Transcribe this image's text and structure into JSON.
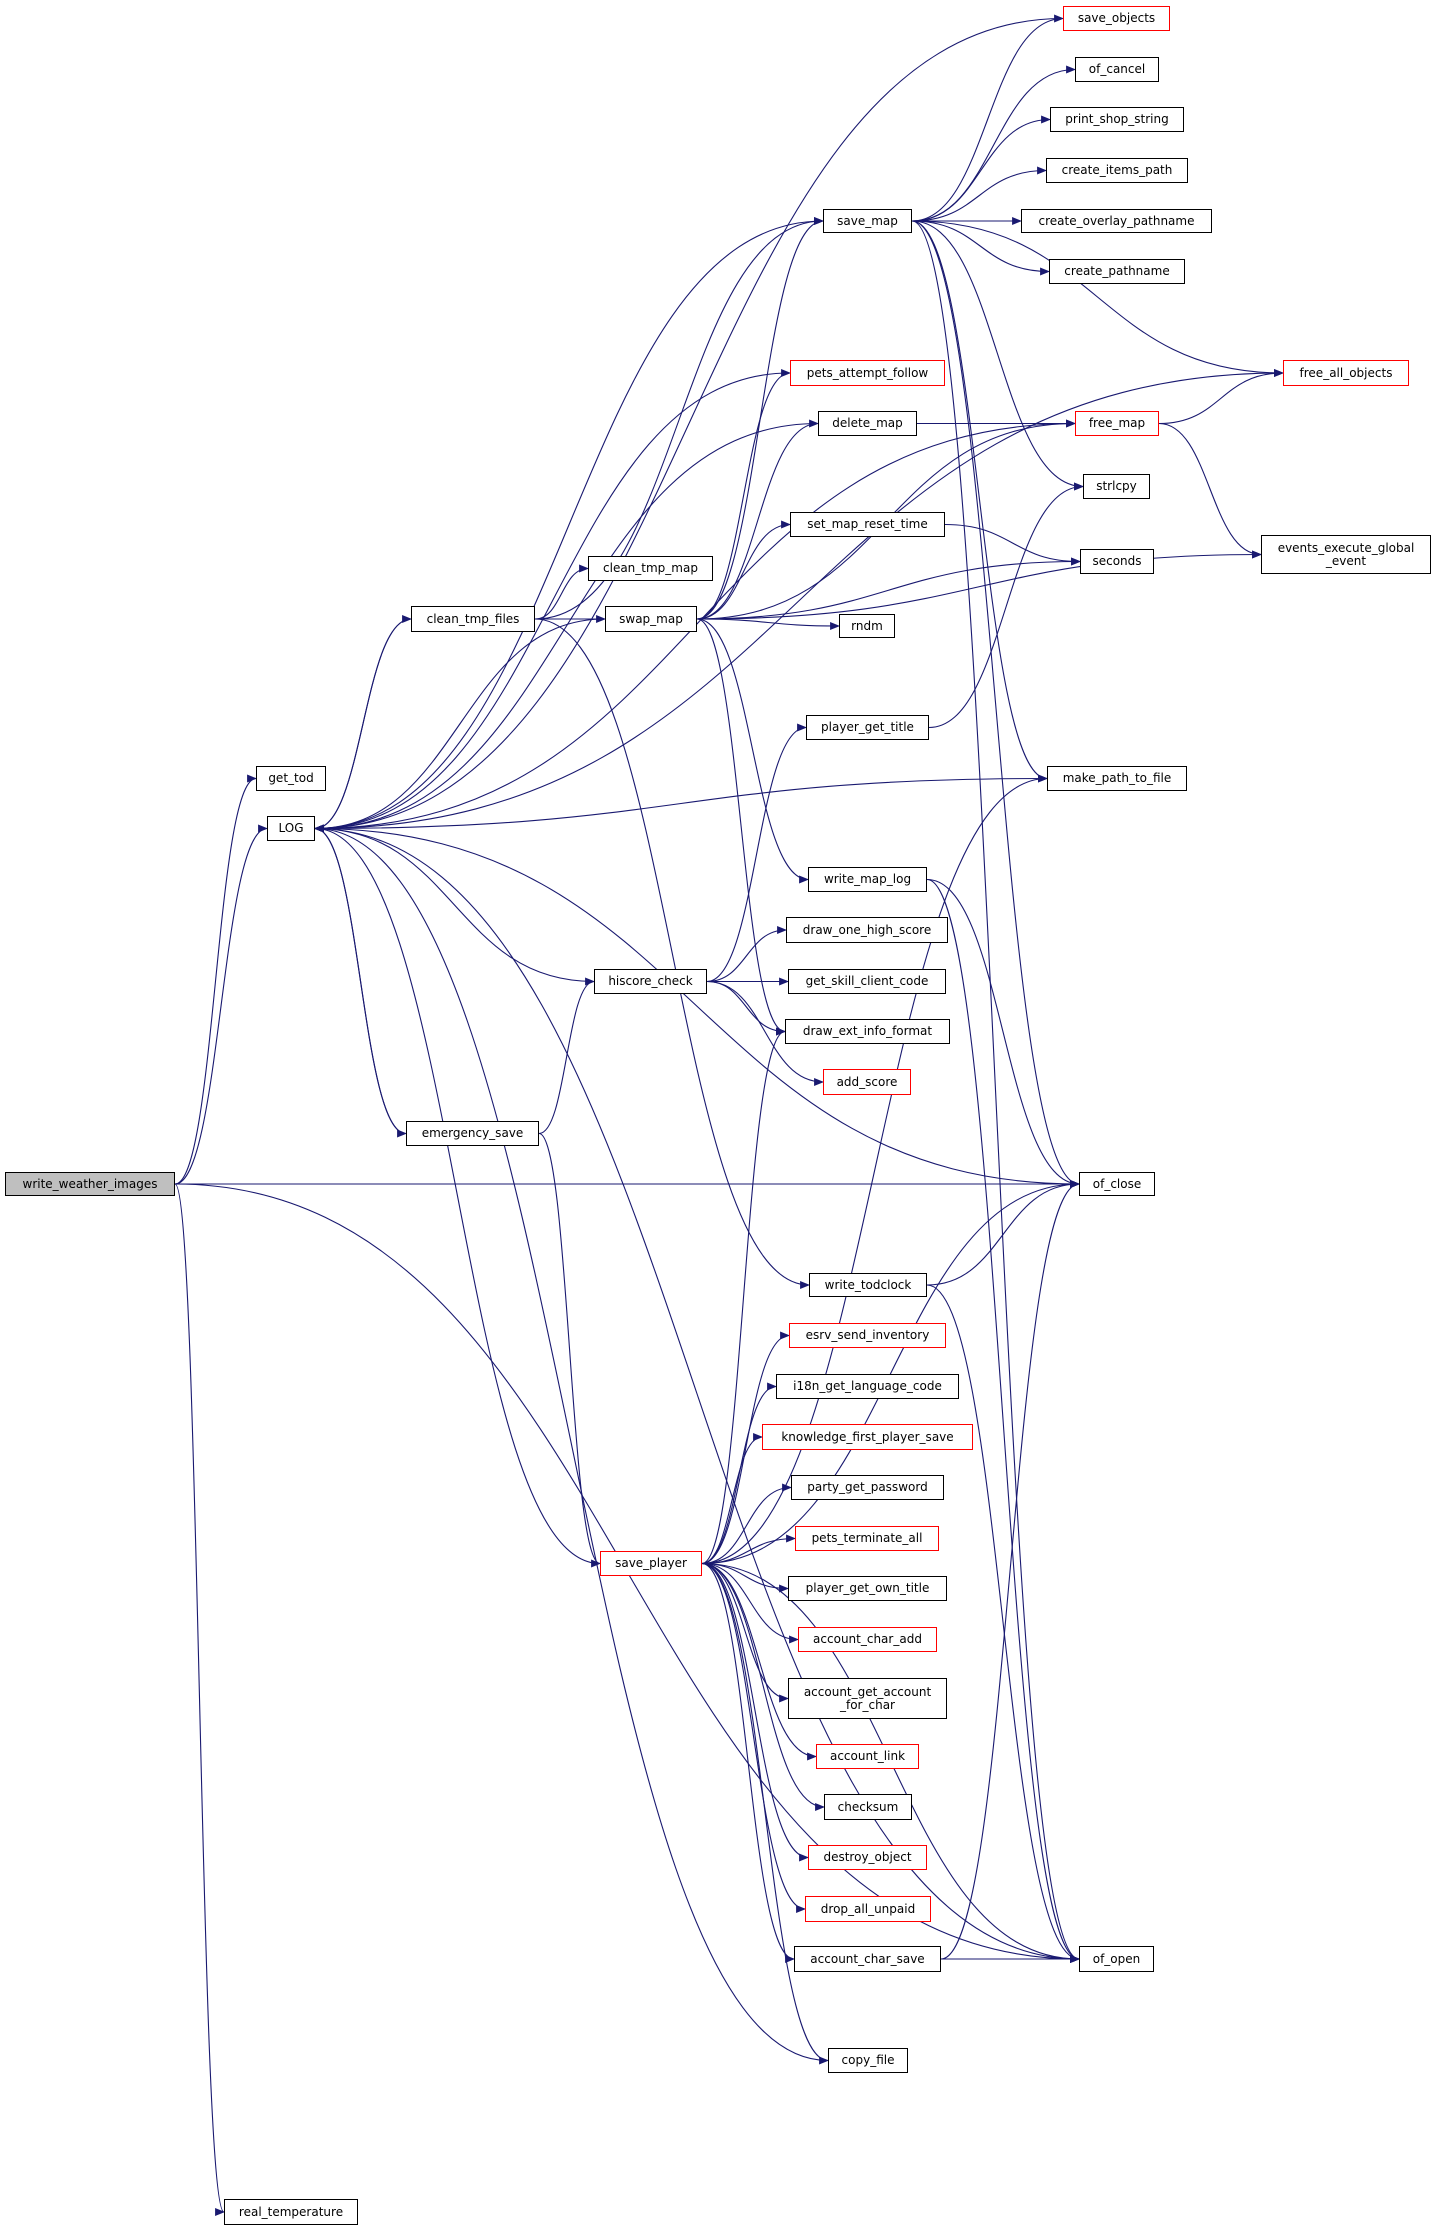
{
  "graph": {
    "title": "write_weather_images call graph",
    "colors": {
      "edge": "#191970",
      "normal_border": "#000000",
      "external_border": "#ff0000",
      "root_fill": "#bfbfbf"
    },
    "nodes": [
      {
        "id": "write_weather_images",
        "label": "write_weather_images",
        "root": true
      },
      {
        "id": "get_tod",
        "label": "get_tod"
      },
      {
        "id": "LOG",
        "label": "LOG"
      },
      {
        "id": "real_temperature",
        "label": "real_temperature"
      },
      {
        "id": "clean_tmp_files",
        "label": "clean_tmp_files"
      },
      {
        "id": "emergency_save",
        "label": "emergency_save"
      },
      {
        "id": "clean_tmp_map",
        "label": "clean_tmp_map"
      },
      {
        "id": "swap_map",
        "label": "swap_map"
      },
      {
        "id": "hiscore_check",
        "label": "hiscore_check"
      },
      {
        "id": "save_player",
        "label": "save_player",
        "external": true
      },
      {
        "id": "save_map",
        "label": "save_map"
      },
      {
        "id": "pets_attempt_follow",
        "label": "pets_attempt_follow",
        "external": true
      },
      {
        "id": "delete_map",
        "label": "delete_map"
      },
      {
        "id": "set_map_reset_time",
        "label": "set_map_reset_time"
      },
      {
        "id": "rndm",
        "label": "rndm"
      },
      {
        "id": "player_get_title",
        "label": "player_get_title"
      },
      {
        "id": "write_map_log",
        "label": "write_map_log"
      },
      {
        "id": "draw_one_high_score",
        "label": "draw_one_high_score"
      },
      {
        "id": "get_skill_client_code",
        "label": "get_skill_client_code"
      },
      {
        "id": "draw_ext_info_format",
        "label": "draw_ext_info_format"
      },
      {
        "id": "add_score",
        "label": "add_score",
        "external": true
      },
      {
        "id": "write_todclock",
        "label": "write_todclock"
      },
      {
        "id": "esrv_send_inventory",
        "label": "esrv_send_inventory",
        "external": true
      },
      {
        "id": "i18n_get_language_code",
        "label": "i18n_get_language_code"
      },
      {
        "id": "knowledge_first_player_save",
        "label": "knowledge_first_player_save",
        "external": true
      },
      {
        "id": "party_get_password",
        "label": "party_get_password"
      },
      {
        "id": "pets_terminate_all",
        "label": "pets_terminate_all",
        "external": true
      },
      {
        "id": "player_get_own_title",
        "label": "player_get_own_title"
      },
      {
        "id": "account_char_add",
        "label": "account_char_add",
        "external": true
      },
      {
        "id": "account_get_account_for_char",
        "label": "account_get_account\n_for_char"
      },
      {
        "id": "account_link",
        "label": "account_link",
        "external": true
      },
      {
        "id": "checksum",
        "label": "checksum"
      },
      {
        "id": "destroy_object",
        "label": "destroy_object",
        "external": true
      },
      {
        "id": "drop_all_unpaid",
        "label": "drop_all_unpaid",
        "external": true
      },
      {
        "id": "account_char_save",
        "label": "account_char_save"
      },
      {
        "id": "copy_file",
        "label": "copy_file"
      },
      {
        "id": "save_objects",
        "label": "save_objects",
        "external": true
      },
      {
        "id": "of_cancel",
        "label": "of_cancel"
      },
      {
        "id": "print_shop_string",
        "label": "print_shop_string"
      },
      {
        "id": "create_items_path",
        "label": "create_items_path"
      },
      {
        "id": "create_overlay_pathname",
        "label": "create_overlay_pathname"
      },
      {
        "id": "create_pathname",
        "label": "create_pathname"
      },
      {
        "id": "free_all_objects",
        "label": "free_all_objects",
        "external": true
      },
      {
        "id": "free_map",
        "label": "free_map",
        "external": true
      },
      {
        "id": "strlcpy",
        "label": "strlcpy"
      },
      {
        "id": "seconds",
        "label": "seconds"
      },
      {
        "id": "events_execute_global_event",
        "label": "events_execute_global\n_event"
      },
      {
        "id": "make_path_to_file",
        "label": "make_path_to_file"
      },
      {
        "id": "of_close",
        "label": "of_close"
      },
      {
        "id": "of_open",
        "label": "of_open"
      }
    ],
    "edges": [
      [
        "write_weather_images",
        "get_tod"
      ],
      [
        "write_weather_images",
        "LOG"
      ],
      [
        "write_weather_images",
        "of_close"
      ],
      [
        "write_weather_images",
        "of_open"
      ],
      [
        "write_weather_images",
        "real_temperature"
      ],
      [
        "LOG",
        "clean_tmp_files"
      ],
      [
        "LOG",
        "emergency_save"
      ],
      [
        "clean_tmp_files",
        "LOG"
      ],
      [
        "clean_tmp_files",
        "clean_tmp_map"
      ],
      [
        "clean_tmp_files",
        "swap_map"
      ],
      [
        "clean_tmp_files",
        "save_map"
      ],
      [
        "clean_tmp_files",
        "write_todclock"
      ],
      [
        "emergency_save",
        "LOG"
      ],
      [
        "emergency_save",
        "hiscore_check"
      ],
      [
        "emergency_save",
        "save_player"
      ],
      [
        "swap_map",
        "LOG"
      ],
      [
        "swap_map",
        "save_map"
      ],
      [
        "swap_map",
        "pets_attempt_follow"
      ],
      [
        "swap_map",
        "delete_map"
      ],
      [
        "swap_map",
        "free_map"
      ],
      [
        "swap_map",
        "set_map_reset_time"
      ],
      [
        "swap_map",
        "seconds"
      ],
      [
        "swap_map",
        "rndm"
      ],
      [
        "swap_map",
        "events_execute_global_event"
      ],
      [
        "swap_map",
        "write_map_log"
      ],
      [
        "swap_map",
        "draw_ext_info_format"
      ],
      [
        "save_map",
        "LOG"
      ],
      [
        "save_map",
        "save_objects"
      ],
      [
        "save_map",
        "of_cancel"
      ],
      [
        "save_map",
        "print_shop_string"
      ],
      [
        "save_map",
        "create_items_path"
      ],
      [
        "save_map",
        "create_overlay_pathname"
      ],
      [
        "save_map",
        "create_pathname"
      ],
      [
        "save_map",
        "free_all_objects"
      ],
      [
        "save_map",
        "strlcpy"
      ],
      [
        "save_map",
        "make_path_to_file"
      ],
      [
        "save_map",
        "of_close"
      ],
      [
        "save_map",
        "of_open"
      ],
      [
        "save_objects",
        "LOG"
      ],
      [
        "pets_attempt_follow",
        "LOG"
      ],
      [
        "delete_map",
        "LOG"
      ],
      [
        "delete_map",
        "free_map"
      ],
      [
        "free_map",
        "LOG"
      ],
      [
        "free_map",
        "free_all_objects"
      ],
      [
        "free_map",
        "events_execute_global_event"
      ],
      [
        "free_all_objects",
        "LOG"
      ],
      [
        "set_map_reset_time",
        "seconds"
      ],
      [
        "player_get_title",
        "strlcpy"
      ],
      [
        "make_path_to_file",
        "LOG"
      ],
      [
        "write_map_log",
        "of_close"
      ],
      [
        "write_map_log",
        "of_open"
      ],
      [
        "hiscore_check",
        "LOG"
      ],
      [
        "hiscore_check",
        "player_get_title"
      ],
      [
        "hiscore_check",
        "draw_one_high_score"
      ],
      [
        "hiscore_check",
        "get_skill_client_code"
      ],
      [
        "hiscore_check",
        "draw_ext_info_format"
      ],
      [
        "hiscore_check",
        "add_score"
      ],
      [
        "of_close",
        "LOG"
      ],
      [
        "of_open",
        "LOG"
      ],
      [
        "copy_file",
        "LOG"
      ],
      [
        "write_todclock",
        "of_close"
      ],
      [
        "write_todclock",
        "of_open"
      ],
      [
        "save_player",
        "LOG"
      ],
      [
        "save_player",
        "make_path_to_file"
      ],
      [
        "save_player",
        "draw_ext_info_format"
      ],
      [
        "save_player",
        "of_close"
      ],
      [
        "save_player",
        "esrv_send_inventory"
      ],
      [
        "save_player",
        "i18n_get_language_code"
      ],
      [
        "save_player",
        "knowledge_first_player_save"
      ],
      [
        "save_player",
        "party_get_password"
      ],
      [
        "save_player",
        "pets_terminate_all"
      ],
      [
        "save_player",
        "player_get_own_title"
      ],
      [
        "save_player",
        "account_char_add"
      ],
      [
        "save_player",
        "account_get_account_for_char"
      ],
      [
        "save_player",
        "account_link"
      ],
      [
        "save_player",
        "checksum"
      ],
      [
        "save_player",
        "destroy_object"
      ],
      [
        "save_player",
        "drop_all_unpaid"
      ],
      [
        "save_player",
        "account_char_save"
      ],
      [
        "save_player",
        "of_open"
      ],
      [
        "save_player",
        "copy_file"
      ],
      [
        "account_char_save",
        "of_close"
      ],
      [
        "account_char_save",
        "of_open"
      ]
    ]
  }
}
